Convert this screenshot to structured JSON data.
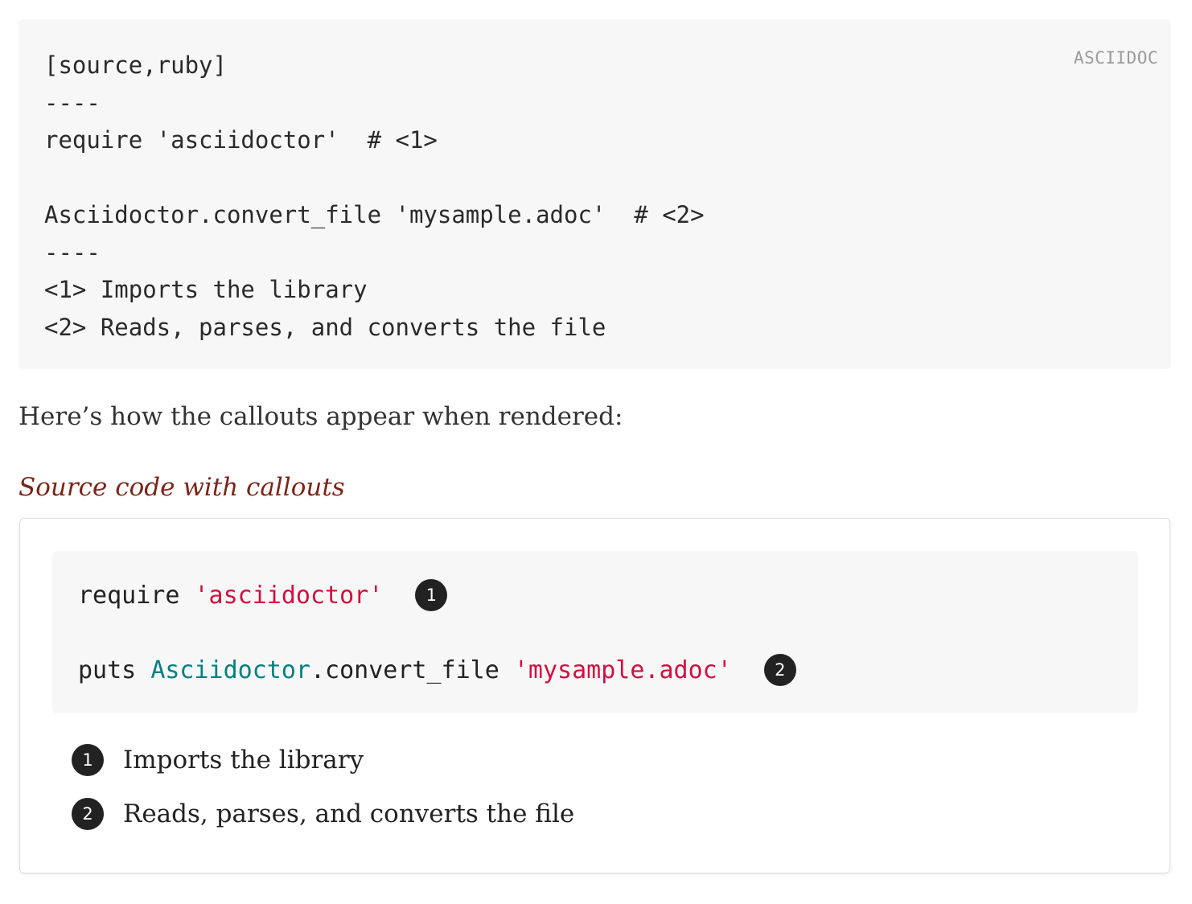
{
  "source_listing": {
    "language_label": "ASCIIDOC",
    "lines": [
      "[source,ruby]",
      "----",
      "require 'asciidoctor'  # <1>",
      "",
      "Asciidoctor.convert_file 'mysample.adoc'  # <2>",
      "----",
      "<1> Imports the library",
      "<2> Reads, parses, and converts the file"
    ]
  },
  "paragraph": "Here’s how the callouts appear when rendered:",
  "example": {
    "title": "Source code with callouts",
    "code": {
      "line1": {
        "keyword": "require",
        "string": "'asciidoctor'",
        "callout": "1"
      },
      "line2": {
        "keyword": "puts",
        "class_name": "Asciidoctor",
        "method": ".convert_file",
        "string": "'mysample.adoc'",
        "callout": "2"
      }
    },
    "callout_list": [
      {
        "number": "1",
        "text": "Imports the library"
      },
      {
        "number": "2",
        "text": "Reads, parses, and converts the file"
      }
    ]
  }
}
